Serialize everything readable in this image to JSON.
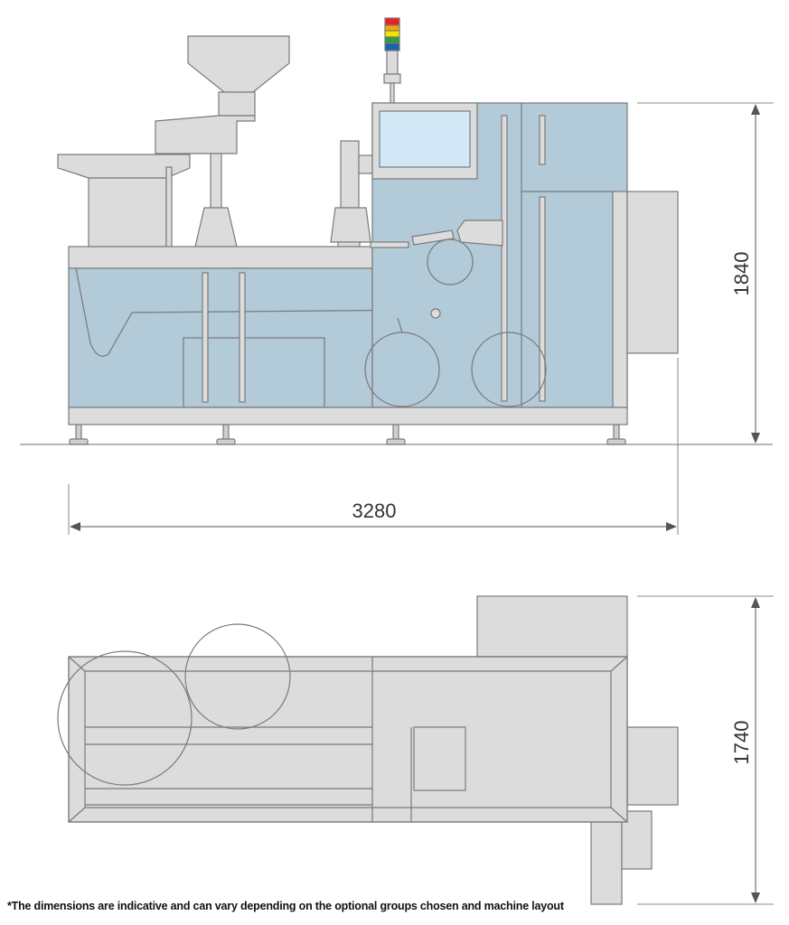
{
  "dimensions": {
    "height": "1840",
    "length": "3280",
    "depth": "1740"
  },
  "footnote": "*The dimensions are indicative and can vary depending on the optional groups chosen and machine layout",
  "colors": {
    "body_fill": "#dcdcdc",
    "panel_fill": "#b3cad8",
    "screen_fill": "#d2e8f6",
    "outline": "#7a7a7a",
    "dimension_line": "#555555",
    "beacon": [
      "#e52421",
      "#f6a800",
      "#f4e500",
      "#2f9e3a",
      "#1d5fb0"
    ]
  }
}
